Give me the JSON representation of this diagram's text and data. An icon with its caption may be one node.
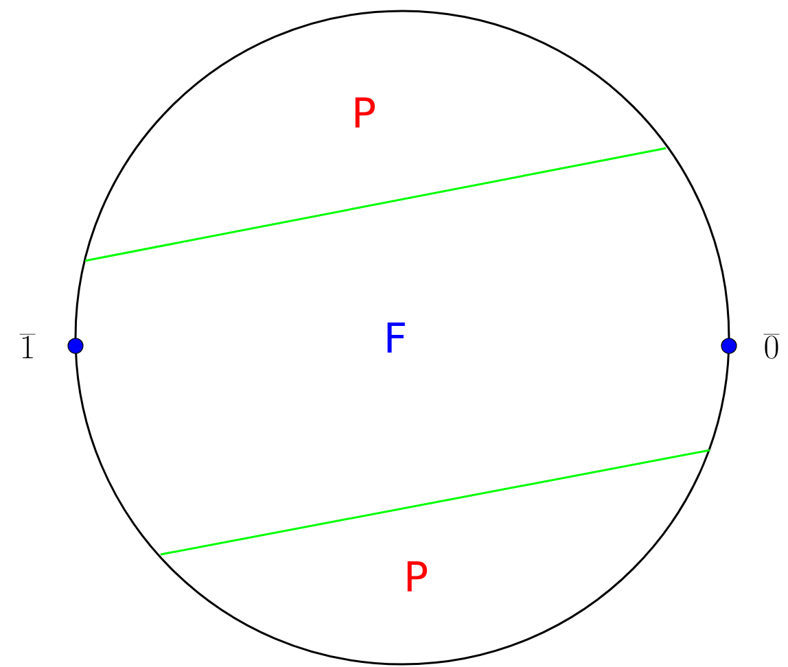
{
  "diagram": {
    "nodes": [
      {
        "text": [],
        "shape": "circle"
      }
    ],
    "labels": [
      "P",
      "\\overline{1}",
      "F",
      "\\overline{0}",
      "P"
    ]
  }
}
